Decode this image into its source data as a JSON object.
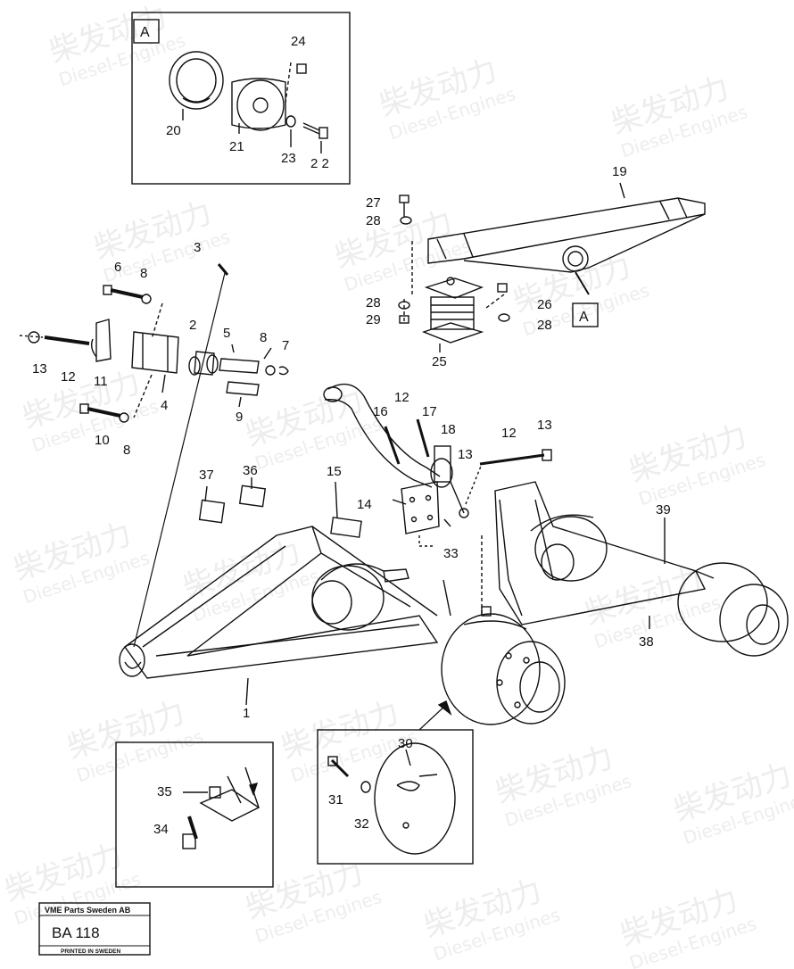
{
  "watermark": {
    "brand": "柴发动力",
    "sub": "Diesel-Engines"
  },
  "detail_label": "A",
  "callouts": {
    "c1": "1",
    "c2": "2",
    "c3": "3",
    "c4": "4",
    "c5": "5",
    "c6": "6",
    "c7": "7",
    "c8a": "8",
    "c8b": "8",
    "c8c": "8",
    "c9": "9",
    "c10": "10",
    "c11": "11",
    "c12a": "12",
    "c12b": "12",
    "c12c": "12",
    "c13a": "13",
    "c13b": "13",
    "c13c": "13",
    "c14": "14",
    "c15": "15",
    "c16": "16",
    "c17": "17",
    "c18": "18",
    "c19": "19",
    "c20": "20",
    "c21": "21",
    "c22": "2 2",
    "c23": "23",
    "c24": "24",
    "c25": "25",
    "c26": "26",
    "c27": "27",
    "c28a": "28",
    "c28b": "28",
    "c28c": "28",
    "c29": "29",
    "c30": "30",
    "c31": "31",
    "c32": "32",
    "c33": "33",
    "c34": "34",
    "c35": "35",
    "c36": "36",
    "c37": "37",
    "c38": "38",
    "c39": "39"
  },
  "stamp": {
    "company": "VME Parts Sweden AB",
    "code": "BA  118",
    "printed": "PRINTED IN SWEDEN"
  }
}
